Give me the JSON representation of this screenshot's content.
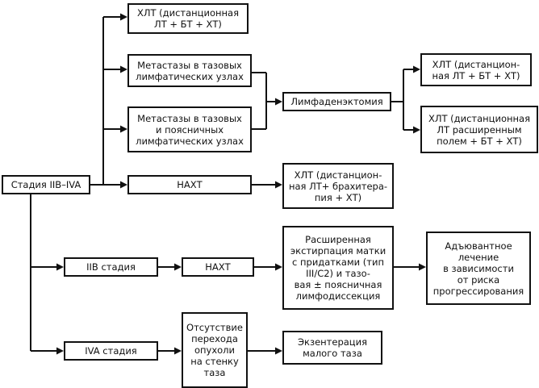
{
  "nodes": {
    "root": "Стадия IIB–IVA",
    "hlt_top": "ХЛТ (дистанционная\nЛТ + БТ + ХТ)",
    "mets_pelvic": "Метастазы в тазовых\nлимфатических узлах",
    "mets_pelvic_para": "Метастазы в тазовых\nи поясничных\nлимфатических узлах",
    "lymphadenectomy": "Лимфаденэктомия",
    "hlt_after_1": "ХЛТ (дистанцион-\nная ЛТ + БТ + ХТ)",
    "hlt_after_2": "ХЛТ (дистанционная\nЛТ расширенным\nполем + БТ + ХТ)",
    "naht_1": "НАХТ",
    "hlt_brachy": "ХЛТ (дистанцион-\nная ЛТ+ брахитера-\nпия + ХТ)",
    "stage_iib": "IIB стадия",
    "naht_2": "НАХТ",
    "extirpation": "Расширенная\nэкстирпация матки\nс придатками (тип\nIII/C2) и тазо-\nвая ± поясничная\nлимфодиссекция",
    "adjuvant": "Адъювантное\nлечение\nв зависимости\nот риска\nпрогрессирования",
    "stage_iva": "IVA стадия",
    "no_transition": "Отсутствие\nперехода\nопухоли\nна стенку\nтаза",
    "exenteration": "Экзентерация\nмалого таза"
  }
}
